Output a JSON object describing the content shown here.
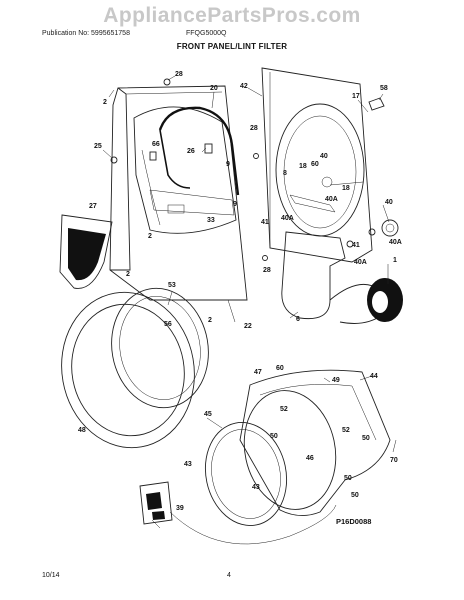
{
  "header": {
    "watermark": "AppliancePartsPros.com",
    "publication": "Publication No: 5995651758",
    "model": "FFQG5000Q",
    "section_title": "FRONT PANEL/LINT FILTER"
  },
  "footer": {
    "date": "10/14",
    "page_number": "4"
  },
  "diagram": {
    "code": "P16D0088",
    "callouts": [
      "28",
      "2",
      "20",
      "42",
      "58",
      "17",
      "25",
      "66",
      "26",
      "9",
      "28",
      "18",
      "60",
      "40",
      "8",
      "18",
      "40",
      "9",
      "33",
      "27",
      "2",
      "41",
      "40A",
      "40A",
      "41",
      "40A",
      "2",
      "28",
      "40A",
      "1",
      "53",
      "2",
      "22",
      "6",
      "56",
      "48",
      "47",
      "60",
      "49",
      "44",
      "52",
      "45",
      "50",
      "52",
      "43",
      "46",
      "50",
      "70",
      "50",
      "43",
      "50",
      "39"
    ]
  }
}
